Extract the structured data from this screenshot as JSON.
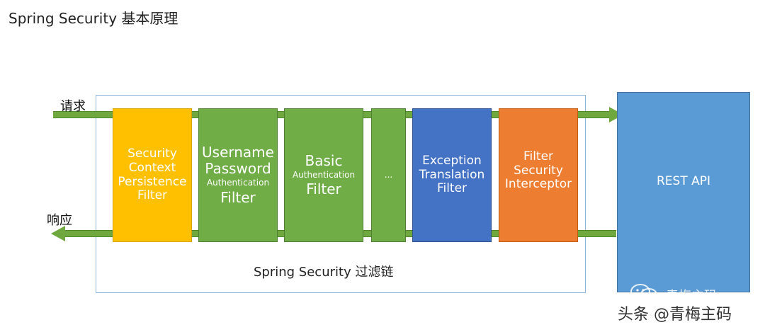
{
  "page_title": "Spring Security 基本原理",
  "request_label": "请求",
  "response_label": "响应",
  "filters": [
    {
      "lines": [
        "Security",
        "Context",
        "Persistence",
        "Filter"
      ],
      "color": "#ffc000"
    },
    {
      "lines": [
        "Username",
        "Password",
        "Authentication",
        "Filter"
      ],
      "color": "#70ad47"
    },
    {
      "lines": [
        "Basic",
        "Authentication",
        "Filter"
      ],
      "color": "#70ad47"
    },
    {
      "lines": [
        "..."
      ],
      "color": "#70ad47"
    },
    {
      "lines": [
        "Exception",
        "Translation",
        "Filter"
      ],
      "color": "#4472c4"
    },
    {
      "lines": [
        "Filter",
        "Security",
        "Interceptor"
      ],
      "color": "#ed7d31"
    }
  ],
  "rest_api_label": "REST API",
  "chain_caption": "Spring Security 过滤链",
  "watermark": {
    "inner": "青梅主码",
    "outer": "头条 @青梅主码"
  },
  "icons": [
    "wechat-icon"
  ],
  "colors": {
    "arrow": "#6fa83f",
    "frame": "#8fb6d6",
    "rest_api": "#5b9bd5"
  }
}
